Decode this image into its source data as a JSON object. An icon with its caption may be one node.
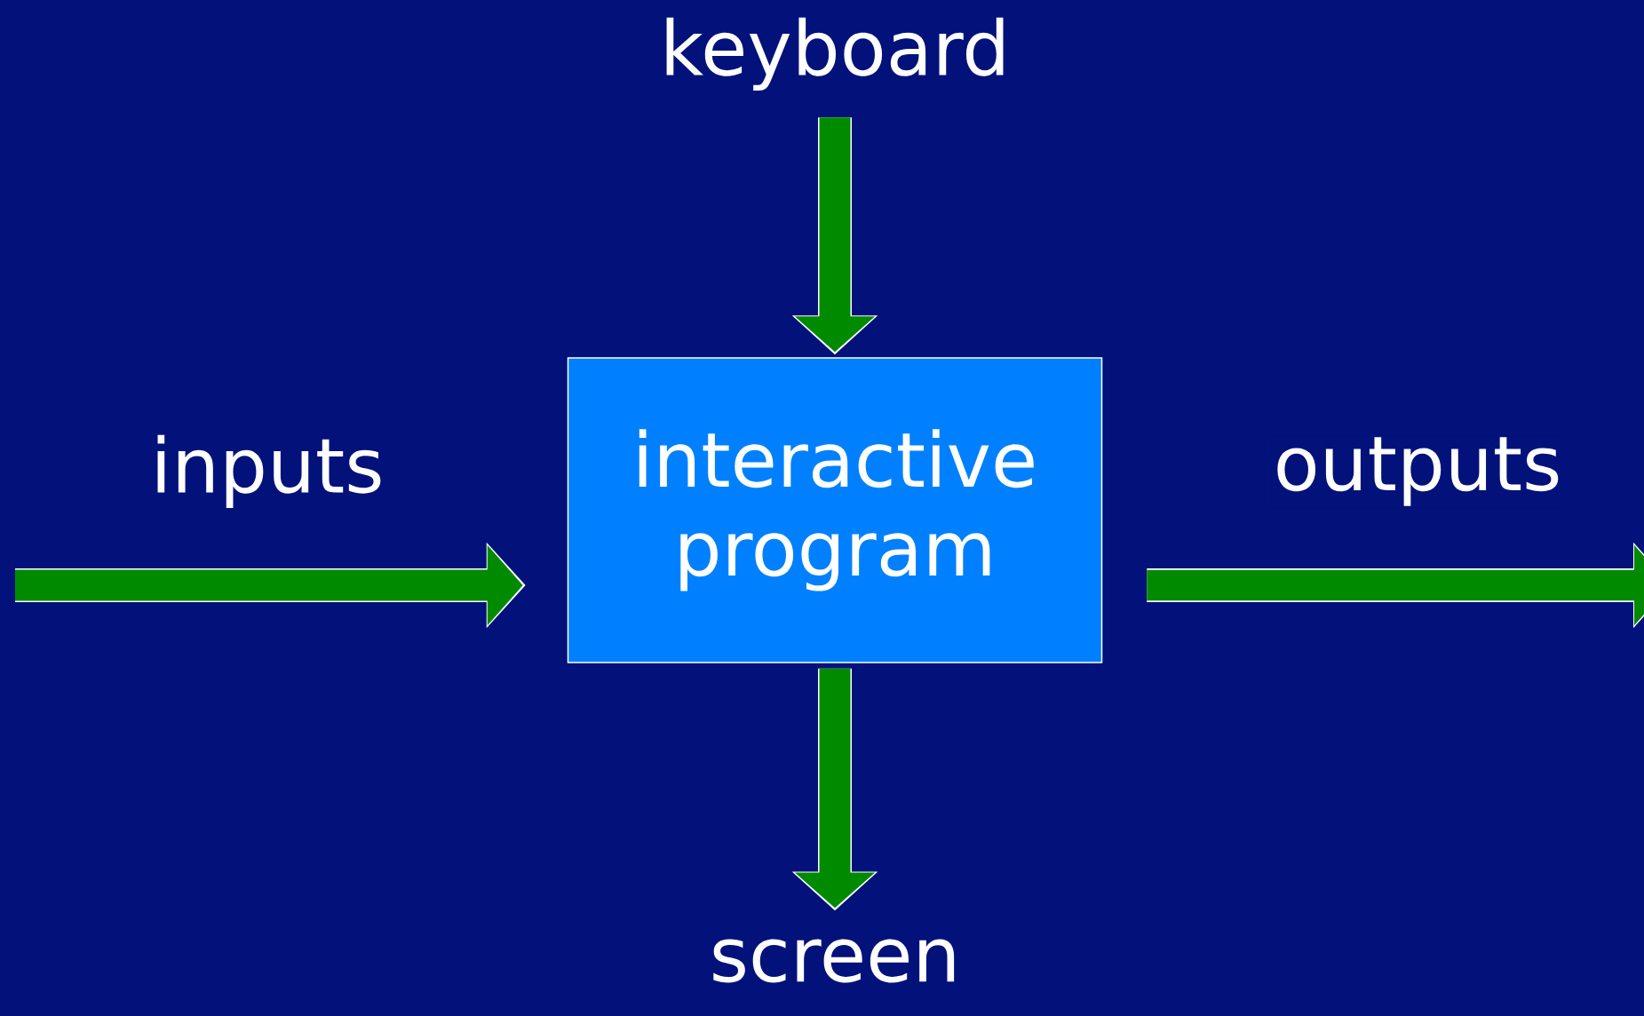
{
  "diagram": {
    "nodes": [
      {
        "text": [
          "keyboard"
        ]
      },
      {
        "text": [
          "interactive program"
        ]
      },
      {
        "text": [
          "screen"
        ]
      }
    ],
    "edges": [
      {
        "from": 0,
        "to": 1,
        "arrow": "to"
      },
      {
        "from": 1,
        "to": 2,
        "arrow": "to"
      },
      {
        "from": null,
        "to": 1,
        "arrow": "to",
        "label": "inputs"
      },
      {
        "from": 1,
        "to": null,
        "arrow": "to",
        "label": "outputs"
      }
    ]
  }
}
